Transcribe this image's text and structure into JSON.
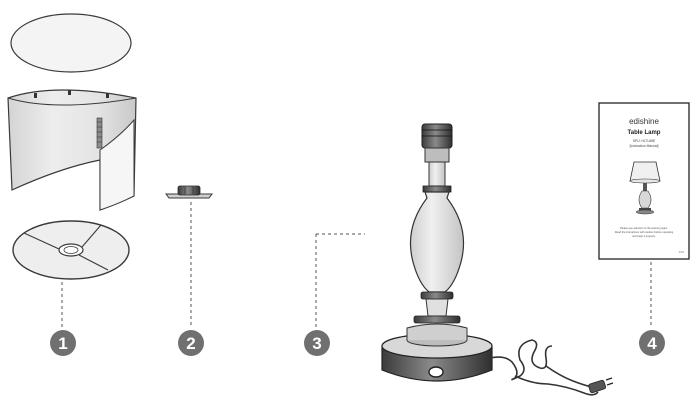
{
  "parts": [
    {
      "number": "1",
      "name": "lamp-shade"
    },
    {
      "number": "2",
      "name": "finial"
    },
    {
      "number": "3",
      "name": "lamp-base"
    },
    {
      "number": "4",
      "name": "instruction-manual"
    }
  ],
  "manual": {
    "brand": "edishine",
    "title": "Table Lamp",
    "model": "SPU: HLTL68E",
    "subtitle": "[Instruction Manual]",
    "note_line1": "Please pay attention to the warning signs.",
    "note_line2": "Read the instructions with caution before operating",
    "note_line3": "and keep it properly.",
    "footer_code": "V1.0"
  },
  "colors": {
    "badge": "#707070",
    "stroke": "#3a3a3a",
    "shade_fill": "#e2e2e2",
    "base_fill": "#d9d9d9"
  }
}
